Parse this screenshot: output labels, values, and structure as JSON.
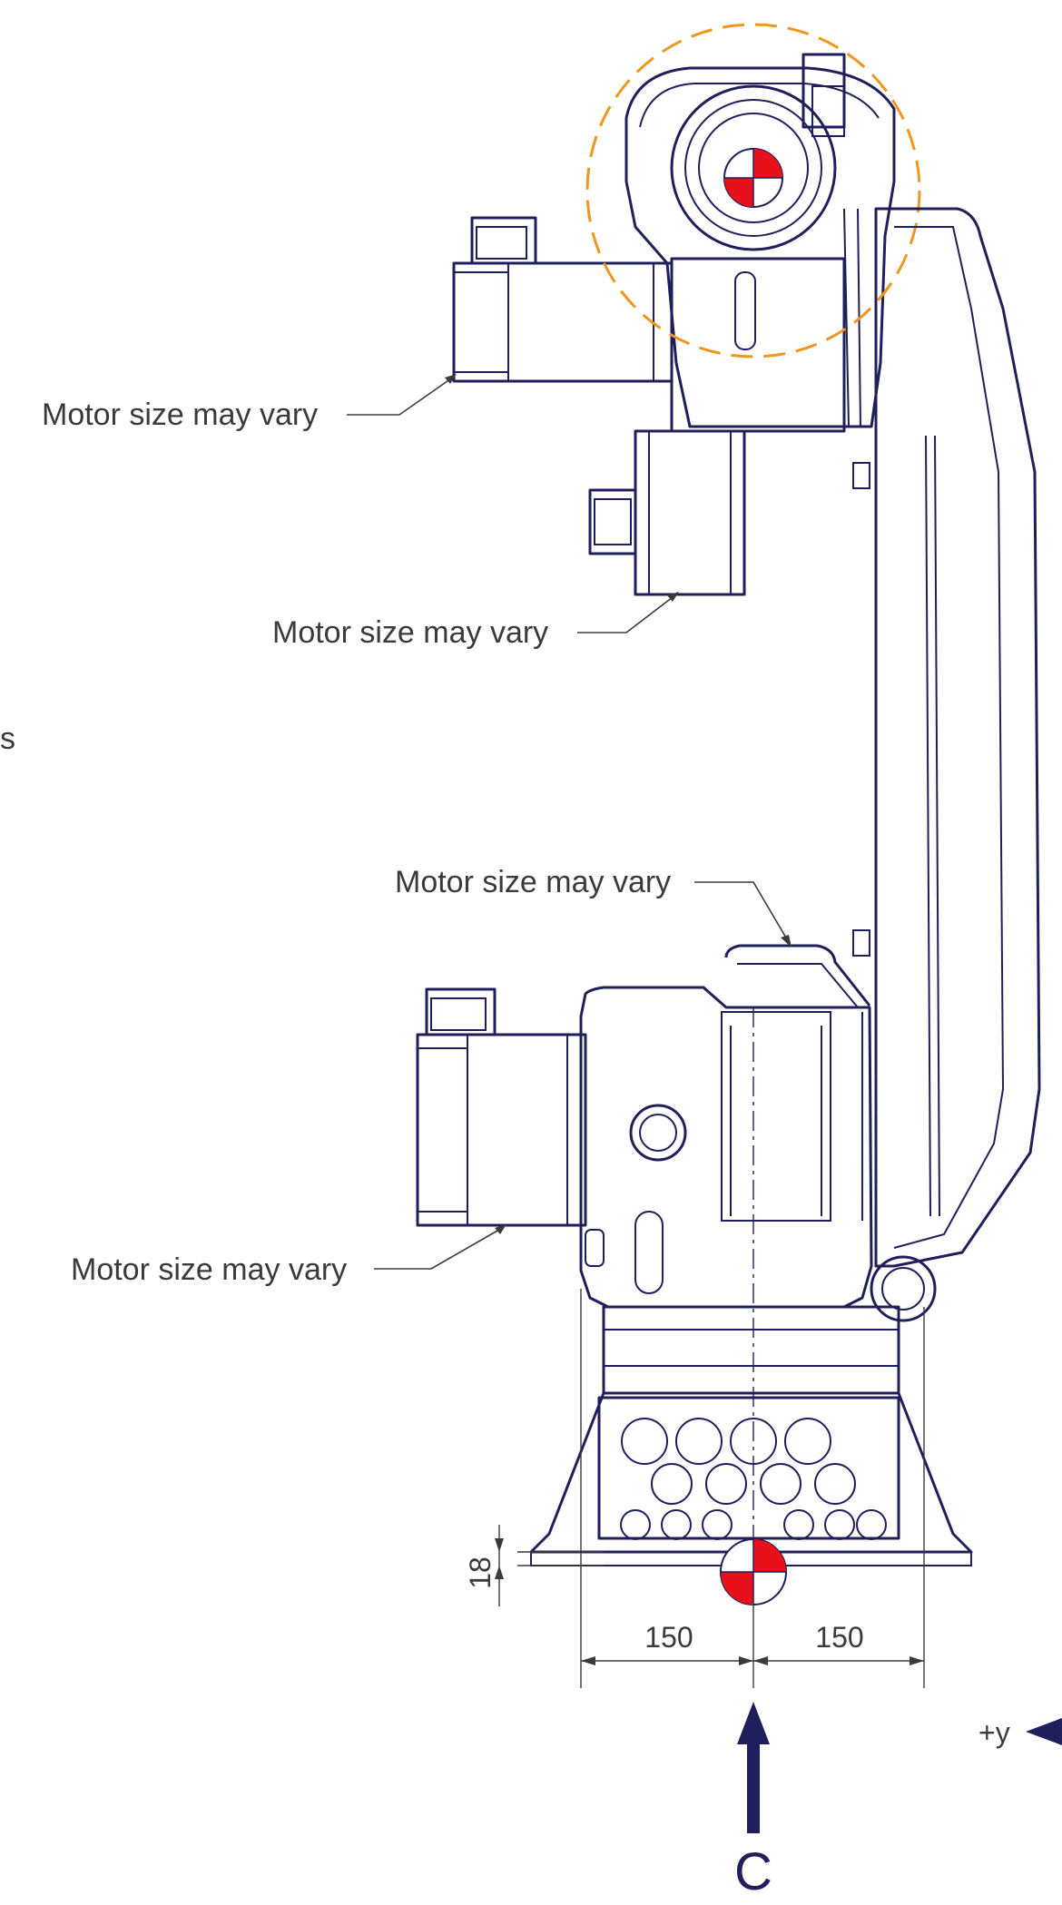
{
  "labels": {
    "motor_1": "Motor size may vary",
    "motor_2": "Motor size may vary",
    "motor_3": "Motor size may vary",
    "motor_4": "Motor size may vary",
    "cut_off_text": "s"
  },
  "dimensions": {
    "height": "18",
    "left_width": "150",
    "right_width": "150"
  },
  "view": {
    "arrow_letter": "C",
    "axis_label": "+y"
  },
  "colors": {
    "outline": "#1f1f5c",
    "text": "#3a3a3a",
    "highlight_circle": "#f0961e",
    "marker_red": "#e8101a"
  },
  "icons": {
    "cog_marker": "center-of-gravity-marker",
    "view_arrow": "view-direction-arrow",
    "axis_arrow": "axis-arrow"
  }
}
